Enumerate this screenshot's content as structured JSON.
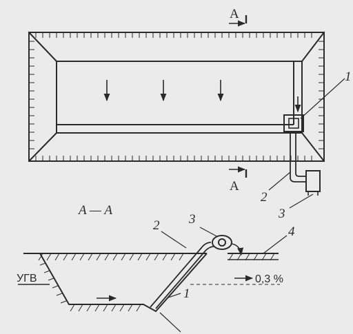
{
  "labels": {
    "section_mark_top": "A",
    "section_mark_bottom": "A",
    "section_title": "A — A",
    "callout_1_top": "1",
    "callout_2_top": "2",
    "callout_3_top": "3",
    "callout_2_bottom": "2",
    "callout_3_bottom": "3",
    "callout_4_bottom": "4",
    "callout_1_bottom": "1",
    "water_level": "УГВ",
    "slope": "0,3 %"
  },
  "colors": {
    "background": "#ebebeb",
    "ink": "#2a2a2a"
  }
}
